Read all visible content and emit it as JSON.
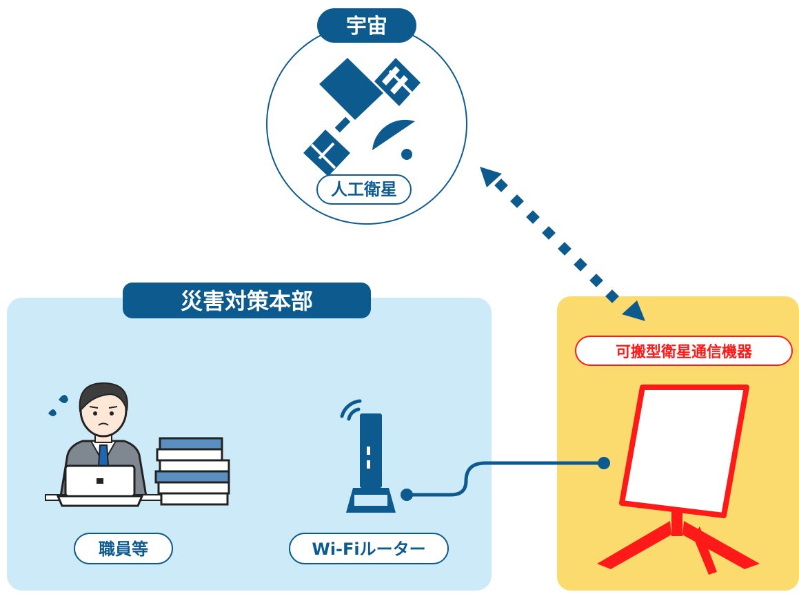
{
  "space": {
    "title": "宇宙",
    "satellite_label": "人工衛星"
  },
  "hq": {
    "title": "災害対策本部",
    "staff_label": "職員等",
    "router_label": "Wi-Fiルーター"
  },
  "terminal": {
    "label": "可搬型衛星通信機器"
  },
  "colors": {
    "navy": "#0d5a8f",
    "hq_bg": "#cdeaf9",
    "terminal_bg": "#fbdb6d",
    "alert_red": "#ff1a1a"
  },
  "icons": {
    "satellite": "satellite-icon",
    "office_worker": "office-worker-icon",
    "router": "wifi-router-icon",
    "dish": "satellite-dish-icon",
    "link_arrow": "bidirectional-dotted-arrow-icon"
  }
}
